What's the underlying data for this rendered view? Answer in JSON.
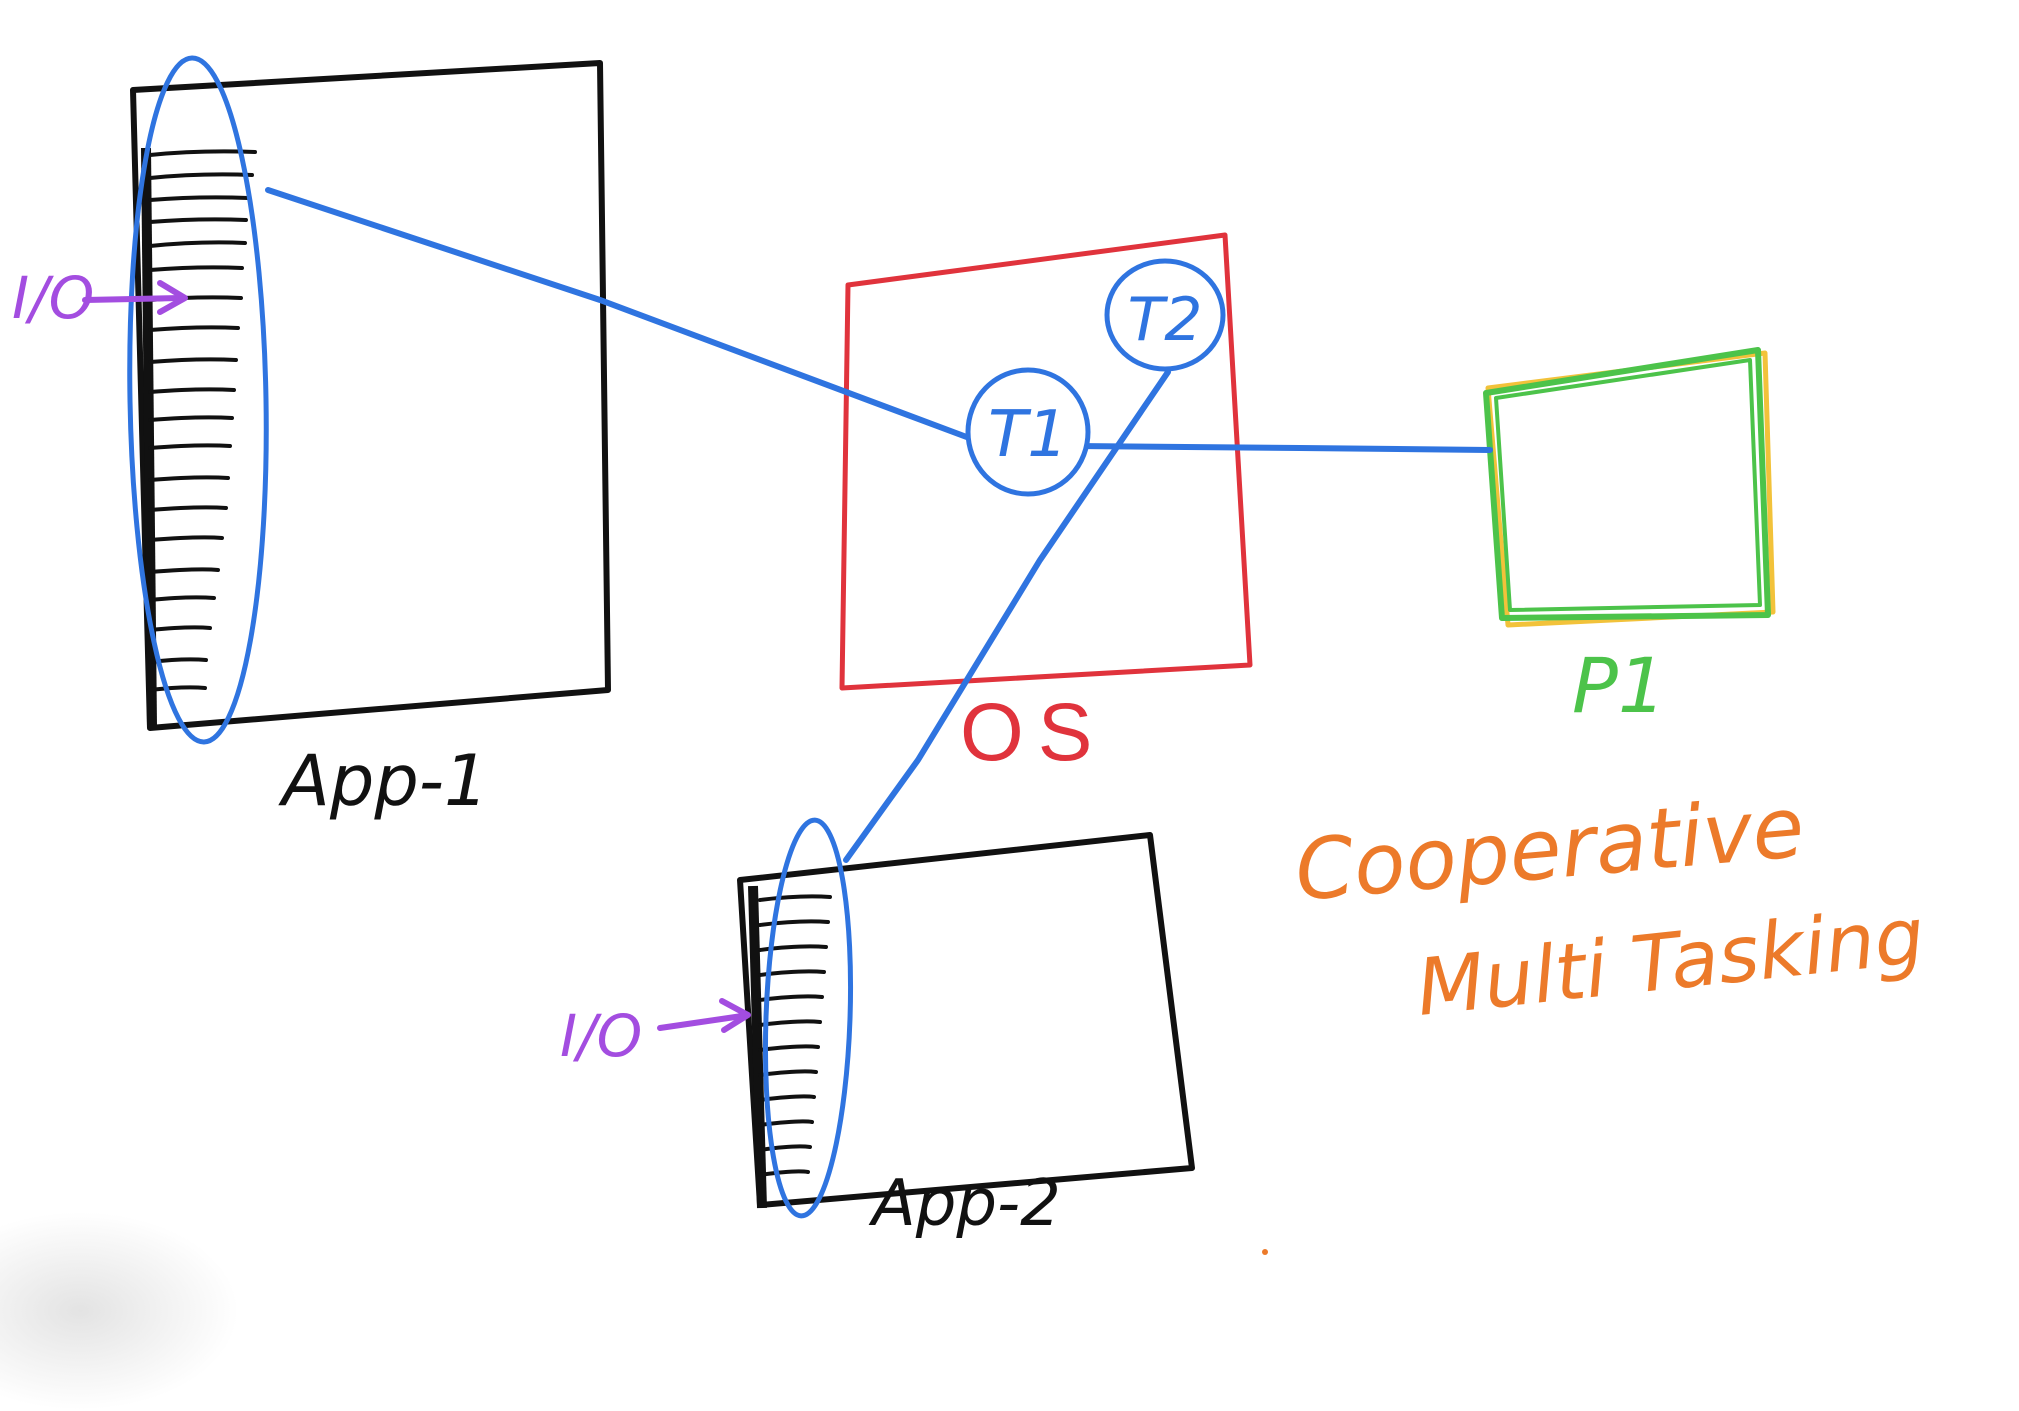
{
  "labels": {
    "app1": "App-1",
    "app2": "App-2",
    "os": "OS",
    "p1": "P1",
    "t1": "T1",
    "t2": "T2",
    "io_app1": "I/O",
    "io_app2": "I/O",
    "caption_line1": "Cooperative",
    "caption_line2": "Multi Tasking"
  },
  "colors": {
    "ink": "#111111",
    "thread_link": "#2f74e0",
    "os_box": "#e0333c",
    "processor_box": "#4cc34a",
    "processor_highlight": "#f2c23a",
    "io_arrow": "#a34de0",
    "caption": "#ec7a2a"
  }
}
